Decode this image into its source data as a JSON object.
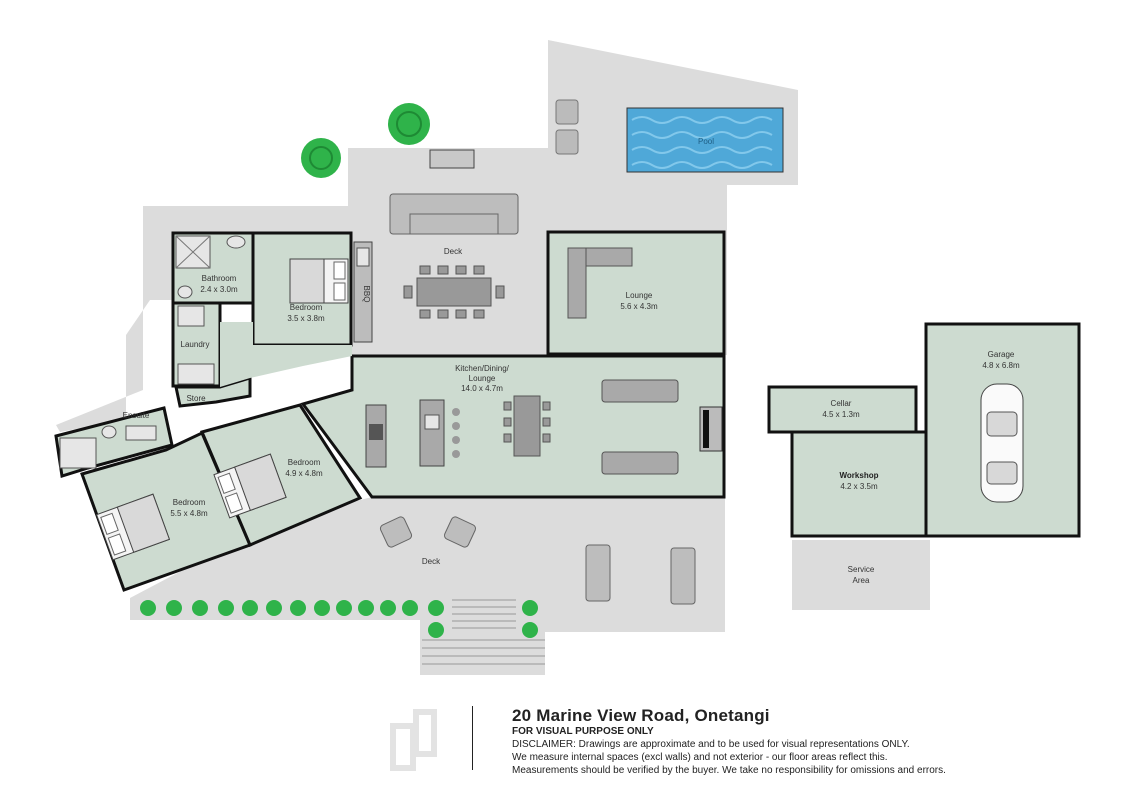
{
  "rooms": {
    "bathroom": {
      "name": "Bathroom",
      "dims": "2.4 x 3.0m"
    },
    "bedroom1": {
      "name": "Bedroom",
      "dims": "3.5 x 3.8m"
    },
    "laundry": {
      "name": "Laundry"
    },
    "store": {
      "name": "Store"
    },
    "ensuite": {
      "name": "Ensuite"
    },
    "bedroom2": {
      "name": "Bedroom",
      "dims": "5.5 x 4.8m"
    },
    "bedroom3": {
      "name": "Bedroom",
      "dims": "4.9 x 4.8m"
    },
    "kitchen": {
      "line1": "Kitchen/Dining/",
      "line2": "Lounge",
      "dims": "14.0 x 4.7m"
    },
    "lounge": {
      "name": "Lounge",
      "dims": "5.6 x 4.3m"
    },
    "deck_top": {
      "name": "Deck"
    },
    "deck_bottom": {
      "name": "Deck"
    },
    "bbq": {
      "name": "BBQ"
    },
    "pool": {
      "name": "Pool"
    },
    "cellar": {
      "name": "Cellar",
      "dims": "4.5 x 1.3m"
    },
    "garage": {
      "name": "Garage",
      "dims": "4.8 x 6.8m"
    },
    "workshop": {
      "name": "Workshop",
      "dims": "4.2 x 3.5m"
    },
    "service": {
      "line1": "Service",
      "line2": "Area"
    }
  },
  "footer": {
    "address": "20 Marine View Road, Onetangi",
    "visual_note": "FOR VISUAL PURPOSE ONLY",
    "disclaimer_1": "DISCLAIMER:  Drawings are approximate and to be used for visual representations ONLY.",
    "disclaimer_2": "We measure internal spaces (excl walls) and not exterior - our floor areas reflect this.",
    "disclaimer_3": "Measurements should be verified by the buyer. We take no responsibility for omissions and errors."
  },
  "colors": {
    "room_fill": "#cddbd0",
    "outdoor": "#dcdcdc",
    "wall": "#111111",
    "pool": "#4fa8d8",
    "tree": "#2fb34a"
  }
}
